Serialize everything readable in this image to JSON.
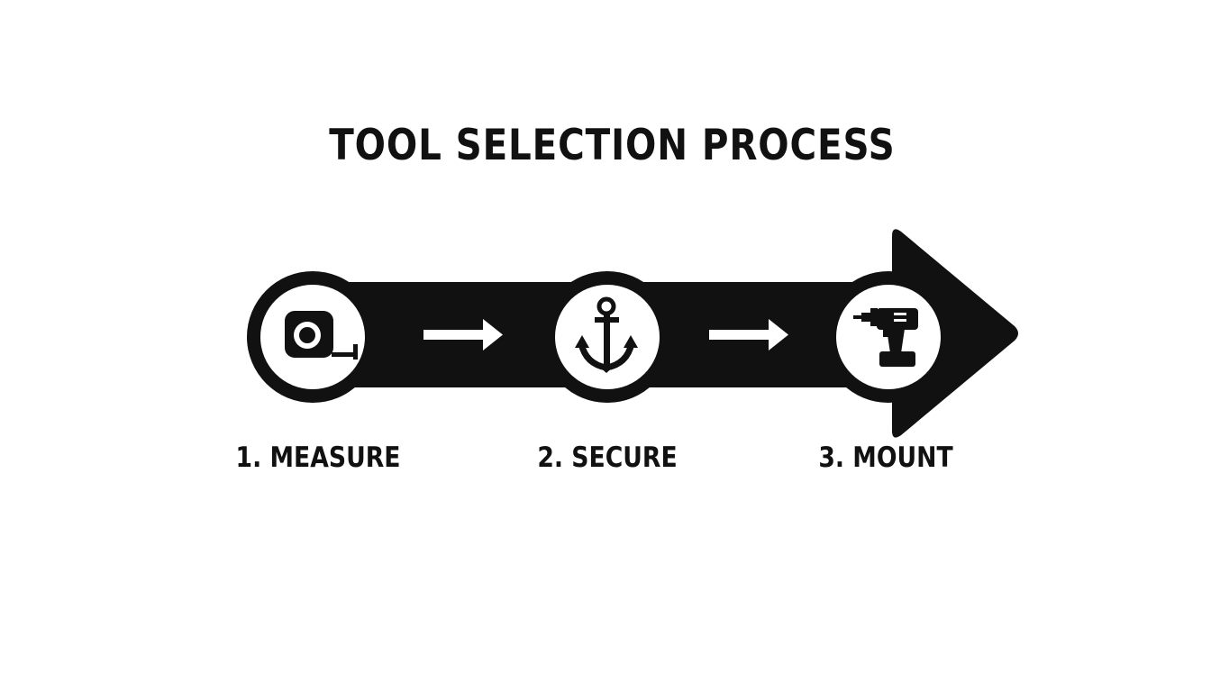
{
  "title": "TOOL SELECTION PROCESS",
  "steps": [
    {
      "label": "1. MEASURE",
      "icon": "tape-measure-icon"
    },
    {
      "label": "2. SECURE",
      "icon": "anchor-icon"
    },
    {
      "label": "3. MOUNT",
      "icon": "cordless-drill-icon"
    }
  ],
  "colors": {
    "background": "#ffffff",
    "foreground": "#111111"
  }
}
